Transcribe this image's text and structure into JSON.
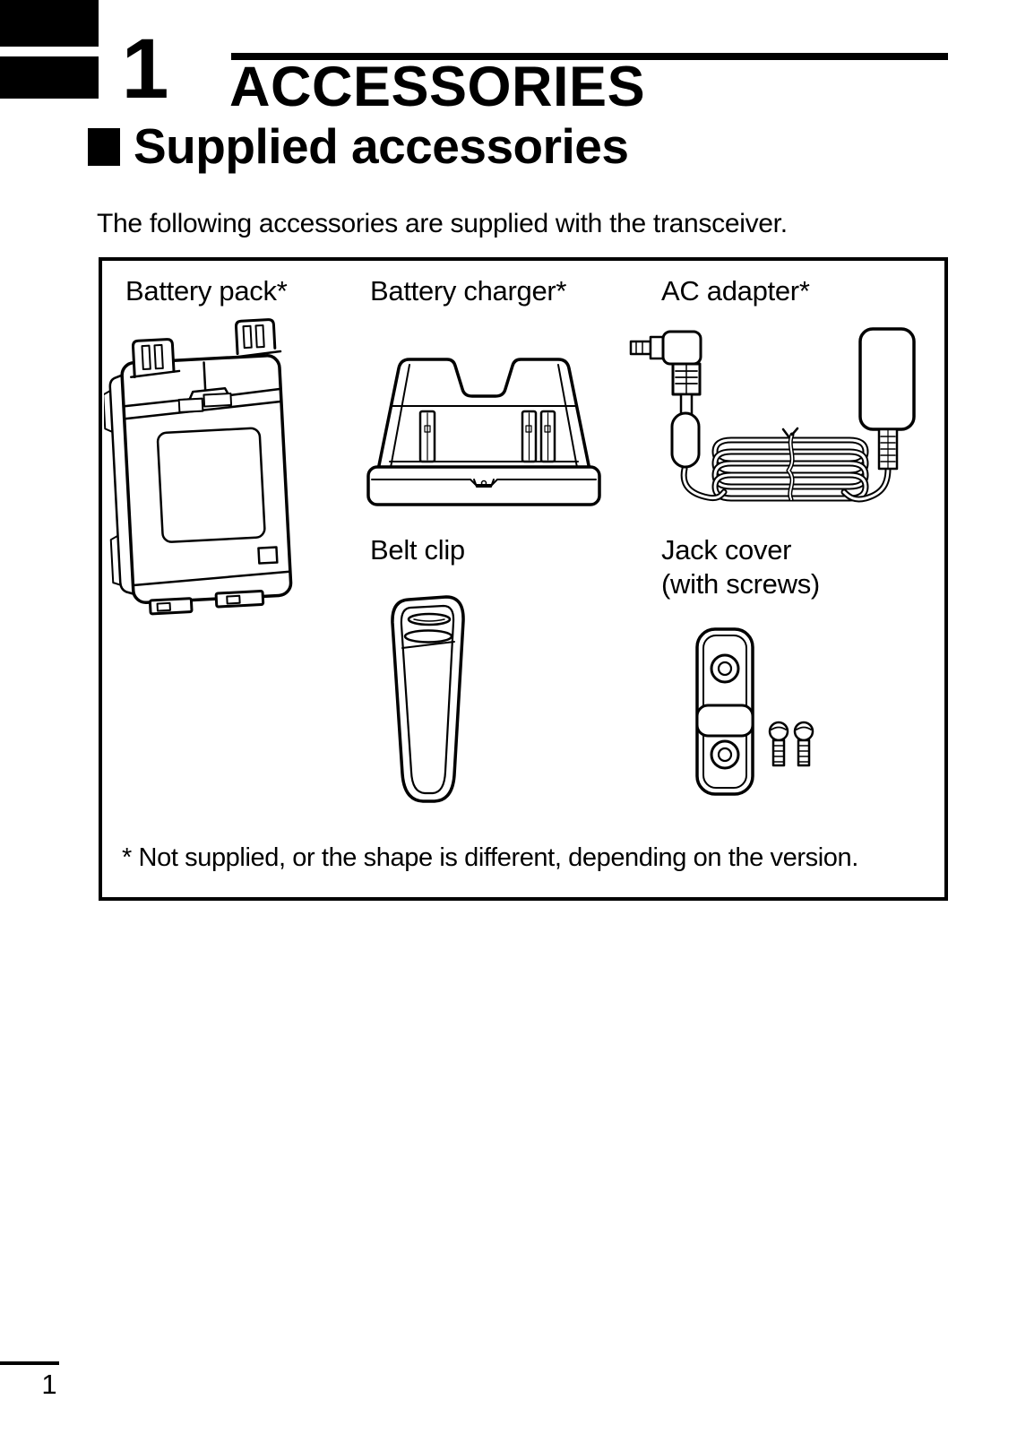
{
  "header": {
    "chapter_number": "1",
    "chapter_title": "ACCESSORIES",
    "section_title": "Supplied accessories",
    "intro": "The following accessories are supplied with the transceiver."
  },
  "accessories": {
    "battery_pack": {
      "label": "Battery pack*"
    },
    "battery_charger": {
      "label": "Battery charger*"
    },
    "ac_adapter": {
      "label": "AC adapter*"
    },
    "belt_clip": {
      "label": "Belt clip"
    },
    "jack_cover": {
      "label": "Jack cover",
      "sublabel": "(with screws)"
    },
    "footnote": "* Not supplied, or the shape is different, depending on the version."
  },
  "footer": {
    "page_number": "1"
  },
  "colors": {
    "ink": "#000000",
    "paper": "#ffffff"
  }
}
